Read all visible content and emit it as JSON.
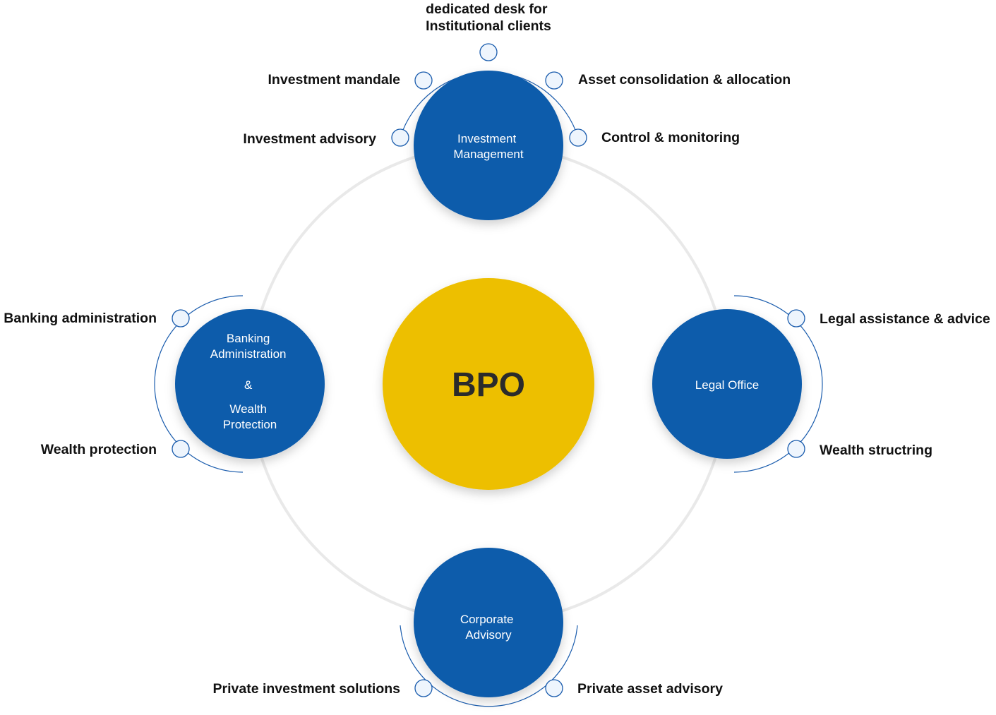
{
  "center": {
    "label": "BPO",
    "color": "#EDBF05"
  },
  "node_color": "#105BAB",
  "nodes": {
    "top": {
      "lines": [
        "Investment",
        "Management"
      ],
      "items": [
        "dedicated desk for",
        "Institutional clients",
        "Investment mandale",
        "Asset consolidation & allocation",
        "Investment advisory",
        "Control & monitoring"
      ]
    },
    "left": {
      "lines": [
        "Banking",
        "Administration",
        "&",
        "Wealth",
        "Protection"
      ],
      "items": [
        "Banking administration",
        "Wealth protection"
      ]
    },
    "right": {
      "lines": [
        "Legal Office"
      ],
      "items": [
        "Legal assistance & advice",
        "Wealth structring"
      ]
    },
    "bottom": {
      "lines": [
        "Corporate",
        "Advisory"
      ],
      "items": [
        "Private investment solutions",
        "Private asset advisory"
      ]
    }
  }
}
